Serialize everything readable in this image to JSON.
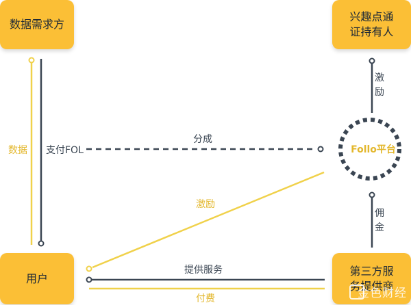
{
  "nodes": {
    "data_demander": "数据需求方",
    "token_holder": "兴趣点通\n证持有人",
    "user": "用户",
    "third_party": "第三方服\n务提供商",
    "platform": "Follo平台"
  },
  "edges": {
    "data": "数据",
    "pay_fol": "支付FOL",
    "revenue_share": "分成",
    "incentive_holder": "激\n励",
    "incentive_user": "激励",
    "commission": "佣\n金",
    "provide_service": "提供服务",
    "payment": "付费"
  },
  "watermark": "金色财经",
  "colors": {
    "box": "#fbbf36",
    "dark_line": "#3a4552",
    "gold_line": "#f0d14a",
    "gold_text": "#e3b72c"
  }
}
